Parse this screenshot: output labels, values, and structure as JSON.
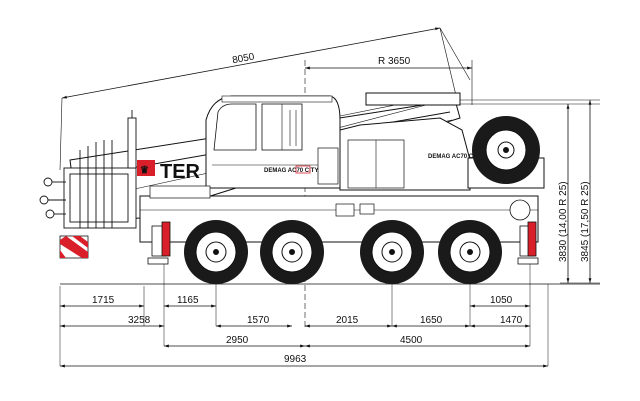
{
  "colors": {
    "line": "#111111",
    "accent": "#d9202a",
    "body_fill": "#ffffff",
    "tire": "#1a1a1a"
  },
  "crane": {
    "brand_text": "TER",
    "cab_badge": "DEMAG AC70 CITY",
    "rear_badge": "DEMAG AC70 CITY"
  },
  "dimensions": {
    "boom_length": "8050",
    "swing_radius": "R 3650",
    "height_1": "3830 (14,00 R 25)",
    "height_2": "3845 (17,50 R 25)",
    "row1": [
      "1715",
      "1165",
      "1050"
    ],
    "row2": [
      "3258",
      "1570",
      "2015",
      "1650",
      "1470"
    ],
    "row3": [
      "2950",
      "4500"
    ],
    "total": "9963"
  }
}
